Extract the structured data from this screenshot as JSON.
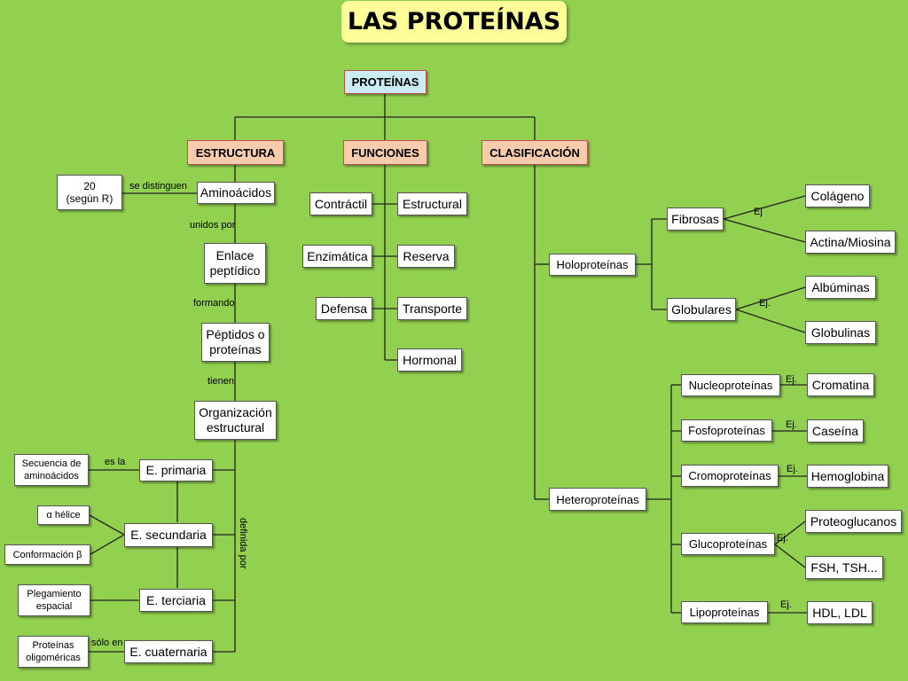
{
  "title": "LAS PROTEÍNAS",
  "root": "PROTEÍNAS",
  "headers": {
    "estructura": "ESTRUCTURA",
    "funciones": "FUNCIONES",
    "clasificacion": "CLASIFICACIÓN"
  },
  "estructura": {
    "veinte": "20\n(según R)",
    "se_distinguen": "se distinguen",
    "aminoacidos": "Aminoácidos",
    "unidos_por": "unidos por",
    "enlace": "Enlace\npeptídico",
    "formando": "formando",
    "peptidos": "Péptidos o\nproteínas",
    "tienen": "tienen",
    "organizacion": "Organización\nestructural",
    "definida_por": "definida por",
    "primaria": "E. primaria",
    "es_la": "es la",
    "secuencia": "Secuencia de\naminoácidos",
    "secundaria": "E. secundaria",
    "alfa": "α hélice",
    "beta": "Conformación β",
    "terciaria": "E. terciaria",
    "plegamiento": "Plegamiento\nespacial",
    "cuaternaria": "E. cuaternaria",
    "solo_en": "sólo en",
    "oligomericas": "Proteínas\noligoméricas"
  },
  "funciones": {
    "contractil": "Contráctil",
    "estructural": "Estructural",
    "enzimatica": "Enzimática",
    "reserva": "Reserva",
    "defensa": "Defensa",
    "transporte": "Transporte",
    "hormonal": "Hormonal"
  },
  "clasificacion": {
    "holoproteinas": "Holoproteínas",
    "fibrosas": "Fibrosas",
    "ej_fibrosas": "Ej",
    "colageno": "Colágeno",
    "actina": "Actina/Miosina",
    "globulares": "Globulares",
    "ej_globulares": "Ej.",
    "albuminas": "Albúminas",
    "globulinas": "Globulinas",
    "heteroproteinas": "Heteroproteínas",
    "nucleoproteinas": "Nucleoproteínas",
    "cromatina": "Cromatina",
    "fosfoproteinas": "Fosfoproteínas",
    "caseina": "Caseína",
    "cromoproteinas": "Cromoproteínas",
    "hemoglobina": "Hemoglobina",
    "glucoproteinas": "Glucoproteínas",
    "proteoglucanos": "Proteoglucanos",
    "fsh": "FSH, TSH...",
    "lipoproteinas": "Lipoproteínas",
    "hdl": "HDL, LDL",
    "ej": "Ej."
  },
  "colors": {
    "background": "#92d050",
    "title_bg": "#ffff99",
    "header_bg": "#f8cbad",
    "root_bg": "#ccecf5"
  }
}
